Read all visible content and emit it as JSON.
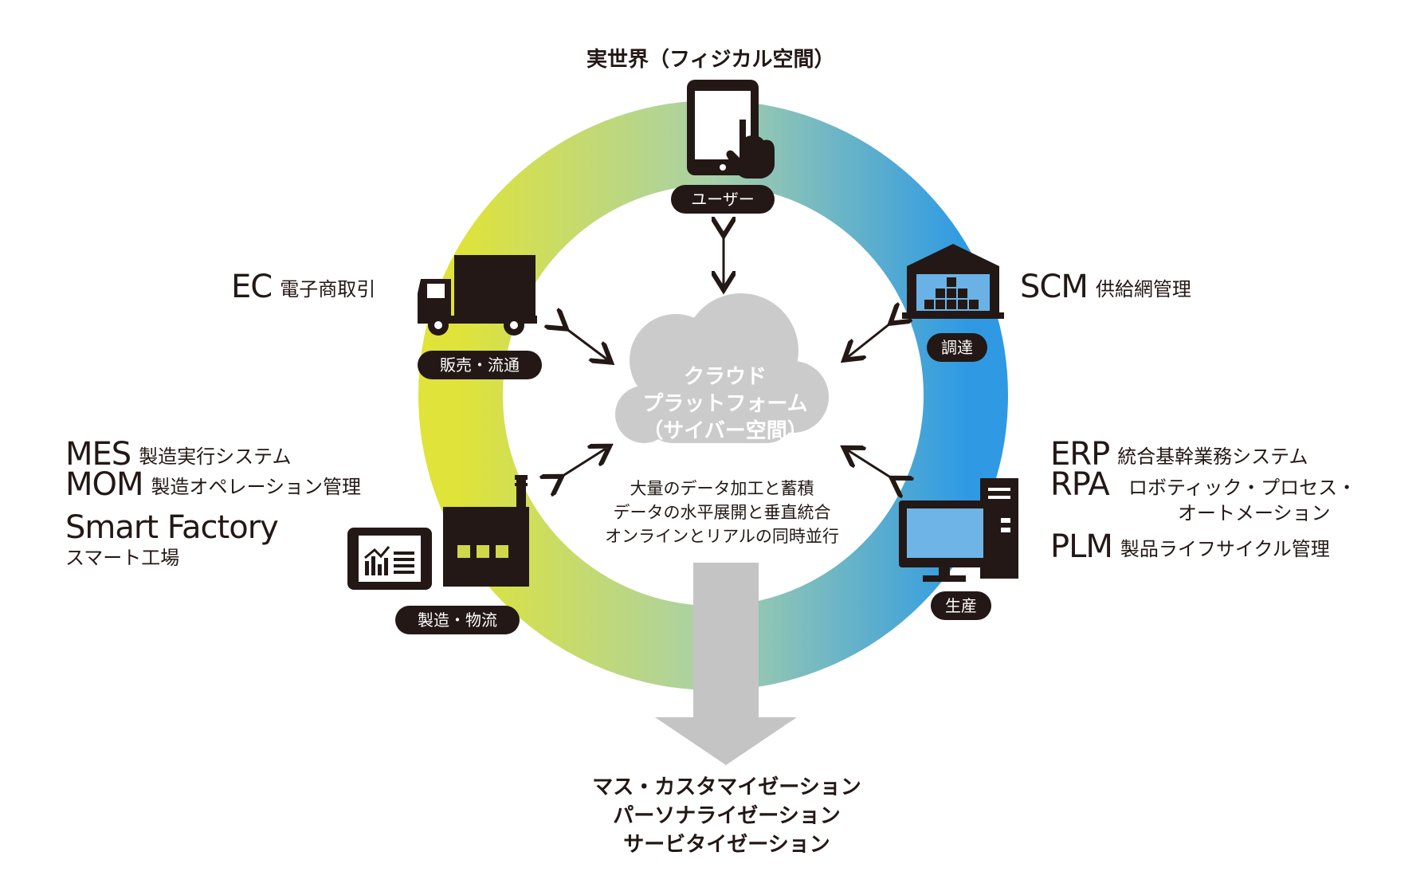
{
  "physical_world": {
    "title": "実世界（フィジカル空間）"
  },
  "nodes": {
    "user": {
      "label": "ユーザー"
    },
    "sales": {
      "label": "販売・流通"
    },
    "procurement": {
      "label": "調達"
    },
    "manufacturing": {
      "label": "製造・物流"
    },
    "production": {
      "label": "生産"
    }
  },
  "ec": {
    "acronym": "EC",
    "description": "電子商取引"
  },
  "scm": {
    "acronym": "SCM",
    "description": "供給網管理"
  },
  "factory_systems": {
    "mes": {
      "acronym": "MES",
      "description": "製造実行システム"
    },
    "mom": {
      "acronym": "MOM",
      "description": "製造オペレーション管理"
    },
    "smart_factory": {
      "acronym": "Smart Factory",
      "description": "スマート工場"
    }
  },
  "enterprise_systems": {
    "erp": {
      "acronym": "ERP",
      "description": "統合基幹業務システム"
    },
    "rpa": {
      "acronym": "RPA",
      "description_line1": "ロボティック・プロセス・",
      "description_line2": "オートメーション"
    },
    "plm": {
      "acronym": "PLM",
      "description": "製品ライフサイクル管理"
    }
  },
  "cloud": {
    "line1": "クラウド",
    "line2": "プラットフォーム",
    "line3": "（サイバー空間）"
  },
  "center": {
    "line1": "大量のデータ加工と蓄積",
    "line2": "データの水平展開と垂直統合",
    "line3": "オンラインとリアルの同時並行"
  },
  "outcomes": {
    "line1": "マス・カスタマイゼーション",
    "line2": "パーソナライゼーション",
    "line3": "サービタイゼーション"
  },
  "colors": {
    "ring_left": "#dfe33a",
    "ring_mid": "#a8d4a8",
    "ring_right": "#3b9fe0",
    "icon": "#231815",
    "cloud": "#c8c8c8",
    "arrow_down": "#c4c4c4"
  }
}
